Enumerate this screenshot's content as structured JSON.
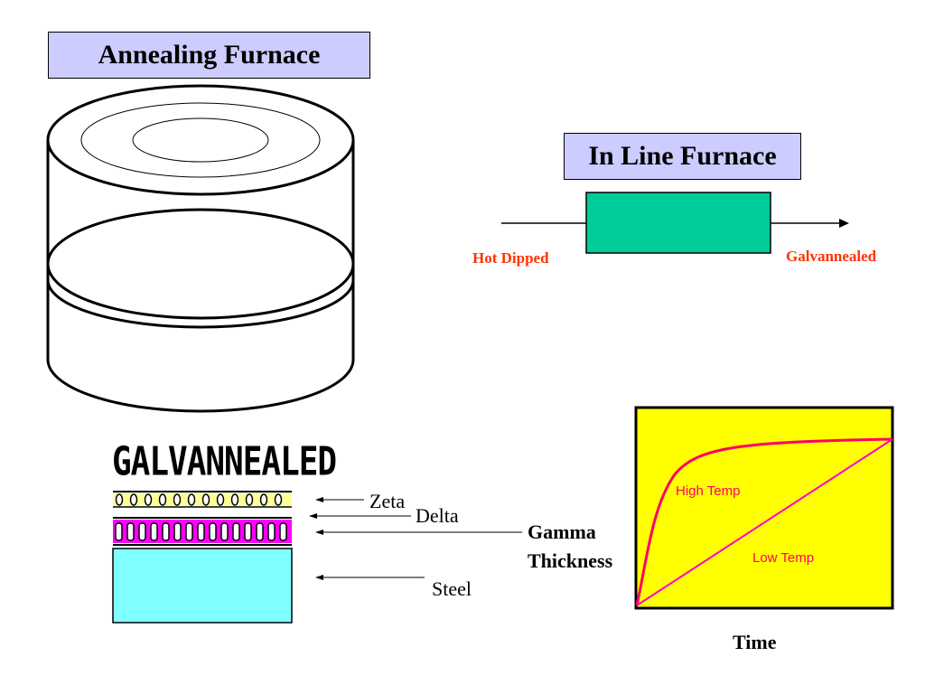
{
  "annealing": {
    "title": "Annealing Furnace"
  },
  "inline": {
    "title": "In Line Furnace",
    "input_label": "Hot Dipped",
    "output_label": "Galvannealed",
    "furnace_color": "#00cc99"
  },
  "coating": {
    "title": "GALVANNEALED",
    "layers": {
      "zeta": "Zeta",
      "delta": "Delta",
      "gamma": "Gamma",
      "steel": "Steel"
    },
    "colors": {
      "zeta": "#ffff99",
      "delta": "#ff00ff",
      "steel": "#80ffff"
    }
  },
  "growth_chart": {
    "y_label": "Thickness",
    "x_label": "Time",
    "series_labels": {
      "high": "High Temp",
      "low": "Low Temp"
    },
    "colors": {
      "background": "#ffff00",
      "high": "#ff0066",
      "low": "#ff00cc"
    }
  }
}
